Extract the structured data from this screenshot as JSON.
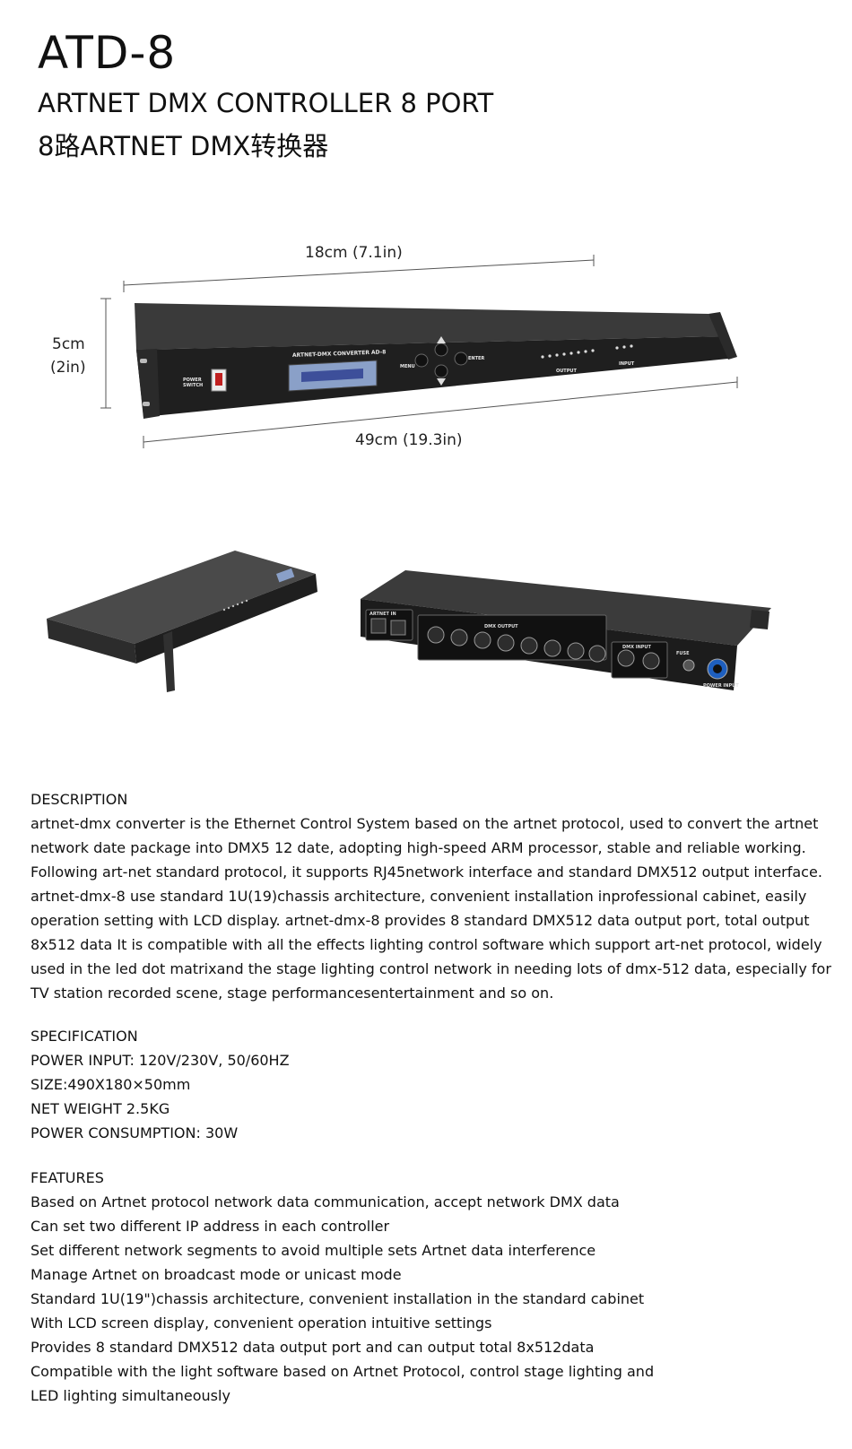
{
  "header": {
    "model": "ATD-8",
    "title_en": "ARTNET DMX CONTROLLER 8 PORT",
    "title_cn": "8路ARTNET DMX转换器"
  },
  "dimensions": {
    "depth": "18cm   (7.1in)",
    "height_cm": "5cm",
    "height_in": "(2in)",
    "width": "49cm   (19.3in)"
  },
  "front_panel": {
    "model_label": "ARTNET-DMX CONVERTER   AD-8",
    "power_label_1": "POWER",
    "power_label_2": "SWITCH",
    "menu_label": "MENU",
    "enter_label": "ENTER",
    "output_label": "OUTPUT",
    "input_label": "INPUT"
  },
  "rear_panel": {
    "artnet_in_label": "ARTNET IN",
    "dmx_output_label": "DMX OUTPUT",
    "dmx_input_label": "DMX INPUT",
    "fuse_label": "FUSE",
    "power_input_label": "POWER INPUT"
  },
  "description": {
    "heading": "DESCRIPTION",
    "lines": [
      "artnet-dmx converter is the Ethernet Control System based on the artnet protocol, used to convert the artnet",
      "network date package into DMX5 12 date, adopting high-speed ARM processor, stable and reliable working.",
      "Following art-net standard protocol, it supports RJ45network interface and standard DMX512 output interface.",
      "artnet-dmx-8 use standard 1U(19)chassis architecture, convenient installation inprofessional cabinet, easily",
      "operation setting with LCD display. artnet-dmx-8 provides 8 standard DMX512 data output port, total output",
      "8x512 data It is compatible with all the effects lighting control software which support art-net protocol, widely",
      "used in the led dot matrixand the stage lighting control network in needing lots of dmx-512 data, especially for",
      "TV station recorded scene, stage performancesentertainment and so on."
    ]
  },
  "specification": {
    "heading": "SPECIFICATION",
    "lines": [
      "POWER INPUT: 120V/230V, 50/60HZ",
      "SIZE:490X180×50mm",
      "NET WEIGHT 2.5KG",
      "POWER CONSUMPTION: 30W"
    ]
  },
  "features": {
    "heading": "FEATURES",
    "lines": [
      "Based on Artnet protocol network data communication, accept network DMX data",
      "Can set two different IP address in each controller",
      "Set different network segments to avoid multiple sets Artnet data interference",
      "Manage Artnet on broadcast mode or unicast mode",
      "Standard 1U(19\")chassis architecture, convenient installation in the standard cabinet",
      "With LCD screen display, convenient operation intuitive settings",
      "Provides 8 standard DMX512 data output port and can output total 8x512data",
      "Compatible with the light software based on Artnet Protocol, control stage lighting and",
      "LED lighting simultaneously"
    ]
  }
}
